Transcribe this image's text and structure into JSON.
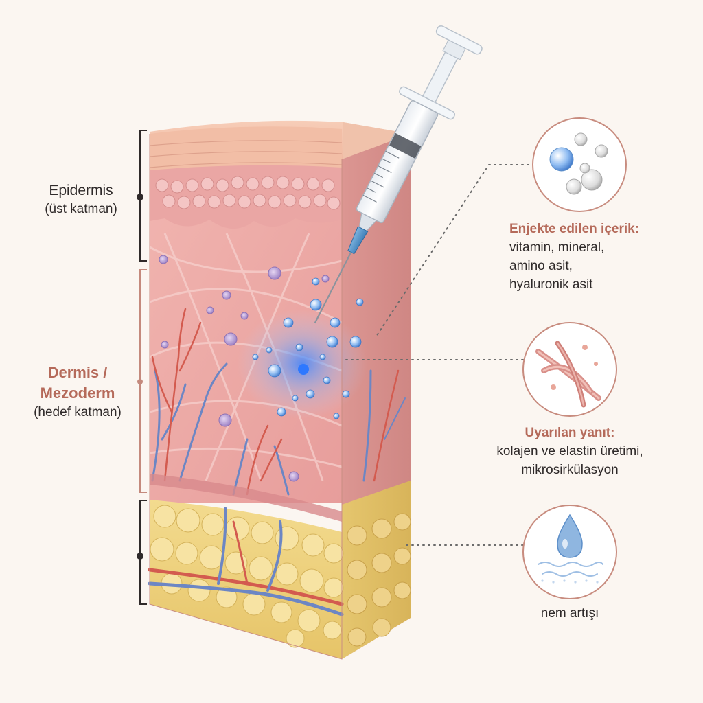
{
  "colors": {
    "accent": "#b56a5a",
    "text": "#2f2a2a",
    "background": "#fbf6f1",
    "epidermis": "#f2b6a4",
    "dermis": "#eca9a6",
    "fat": "#efd37a",
    "vein": "#6c86c4",
    "artery": "#d35b4f",
    "serum": "#3a7de0"
  },
  "left_labels": {
    "epidermis": {
      "title": "Epidermis",
      "sub": "(üst katman)"
    },
    "dermis": {
      "line1": "Dermis /",
      "line2": "Mezoderm",
      "sub": "(hedef katman)"
    }
  },
  "right_panels": {
    "injected": {
      "icon": "bubbles-icon",
      "heading": "Enjekte edilen içerik:",
      "lines": [
        "vitamin, mineral,",
        "amino asit,",
        "hyaluronik asit"
      ]
    },
    "response": {
      "icon": "collagen-fibers-icon",
      "heading": "Uyarılan yanıt:",
      "lines": [
        "kolajen ve elastin üretimi,",
        "mikrosirkülasyon"
      ]
    },
    "moisture": {
      "icon": "water-drop-icon",
      "label": "nem artışı"
    }
  }
}
